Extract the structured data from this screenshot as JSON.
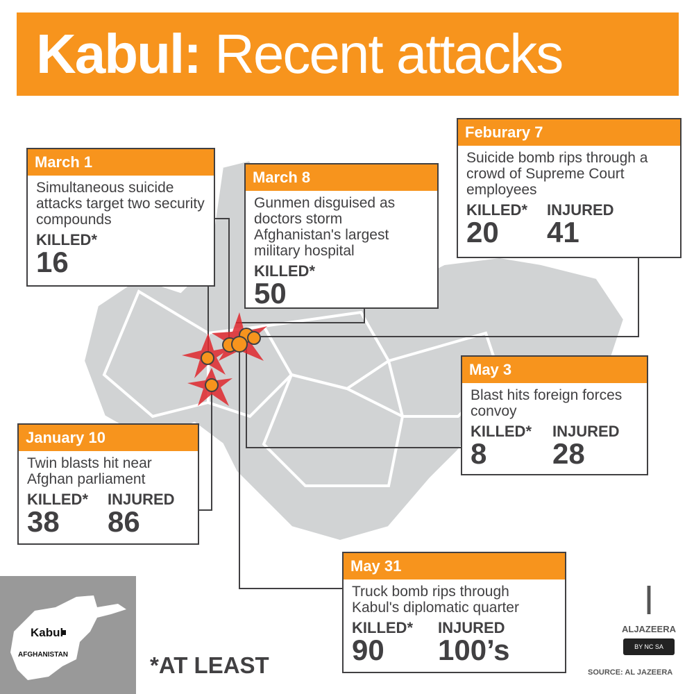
{
  "title": {
    "bold": "Kabul:",
    "rest": "Recent attacks"
  },
  "events": [
    {
      "date": "March 1",
      "desc": "Simultaneous suicide attacks target two security compounds",
      "stats": [
        {
          "label": "KILLED*",
          "value": "16"
        }
      ]
    },
    {
      "date": "March 8",
      "desc": "Gunmen disguised as doctors storm Afghanistan's largest military hospital",
      "stats": [
        {
          "label": "KILLED*",
          "value": "50"
        }
      ]
    },
    {
      "date": "Feburary 7",
      "desc": "Suicide bomb rips through a crowd of Supreme Court employees",
      "stats": [
        {
          "label": "KILLED*",
          "value": "20"
        },
        {
          "label": "INJURED",
          "value": "41"
        }
      ]
    },
    {
      "date": "May 3",
      "desc": "Blast hits foreign forces convoy",
      "stats": [
        {
          "label": "KILLED*",
          "value": "8"
        },
        {
          "label": "INJURED",
          "value": "28"
        }
      ]
    },
    {
      "date": "January 10",
      "desc": "Twin blasts hit near Afghan parliament",
      "stats": [
        {
          "label": "KILLED*",
          "value": "38"
        },
        {
          "label": "INJURED",
          "value": "86"
        }
      ]
    },
    {
      "date": "May 31",
      "desc": "Truck bomb rips through Kabul's diplomatic quarter",
      "stats": [
        {
          "label": "KILLED*",
          "value": "90"
        },
        {
          "label": "INJURED",
          "value": "100’s"
        }
      ]
    }
  ],
  "inset": {
    "city": "Kabul",
    "country": "AFGHANISTAN"
  },
  "footnote": "*AT LEAST",
  "logo": {
    "name": "ALJAZEERA",
    "license": "BY NC SA"
  },
  "source": "SOURCE: AL JAZEERA",
  "colors": {
    "accent": "#f7941d",
    "map": "#d1d3d4",
    "burst": "#e0282e"
  }
}
